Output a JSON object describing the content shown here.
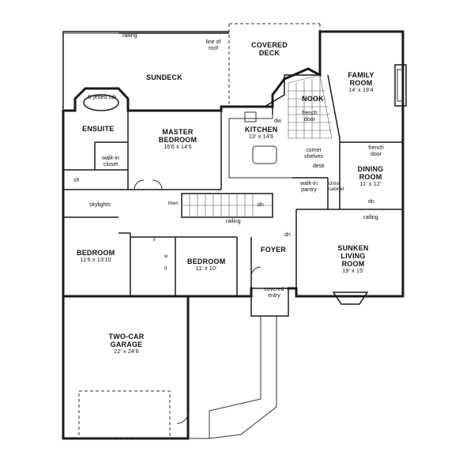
{
  "rooms": {
    "sundeck": {
      "name": "SUNDECK"
    },
    "covered_deck": {
      "name": "COVERED DECK"
    },
    "family_room": {
      "name": "FAMILY ROOM",
      "dim": "14' x 19'4"
    },
    "nook": {
      "name": "NOOK"
    },
    "kitchen": {
      "name": "KITCHEN",
      "dim": "13' x 14'6"
    },
    "ensuite": {
      "name": "ENSUITE"
    },
    "master_bedroom": {
      "name": "MASTER BEDROOM",
      "dim": "16'6 x 14'6"
    },
    "dining_room": {
      "name": "DINING ROOM",
      "dim": "11' x 12'"
    },
    "bedroom_left": {
      "name": "BEDROOM",
      "dim": "11'6 x 13'10"
    },
    "bedroom_mid": {
      "name": "BEDROOM",
      "dim": "11' x 10'"
    },
    "foyer": {
      "name": "FOYER"
    },
    "sunken_living": {
      "name": "SUNKEN LIVING ROOM",
      "dim": "19' x 15'"
    },
    "garage": {
      "name": "TWO-CAR GARAGE",
      "dim": "22' x 24'6"
    },
    "covered_entry": {
      "name": "covered entry"
    }
  },
  "notes": {
    "railing_top": "railing",
    "line_of_roof": "line of roof",
    "jetted_tub": "6' jetted tub",
    "french_door_nook": "french door",
    "dw": "dw",
    "corner_shelves": "corner shelves",
    "desk": "desk",
    "french_door_dining": "french door",
    "walk_in_closet": "walk-in closet",
    "walk_in_pantry": "walk-in pantry",
    "china_cabinet": "china cabinet",
    "sh": "sh",
    "skylights": "skylights",
    "linen": "linen",
    "dn_stair": "dn",
    "railing_stair": "railing",
    "dn_dining": "dn",
    "railing_living": "railing",
    "dn_foyer": "dn",
    "linen_small": "li",
    "w": "w",
    "d": "d"
  },
  "icons": {
    "fireplace_family": "fireplace-icon",
    "fireplace_living": "fireplace-icon",
    "tub": "bathtub-icon",
    "sink": "sink-icon",
    "range": "cooktop-icon"
  },
  "colors": {
    "ink": "#1a1a1a",
    "paper": "#ffffff"
  }
}
